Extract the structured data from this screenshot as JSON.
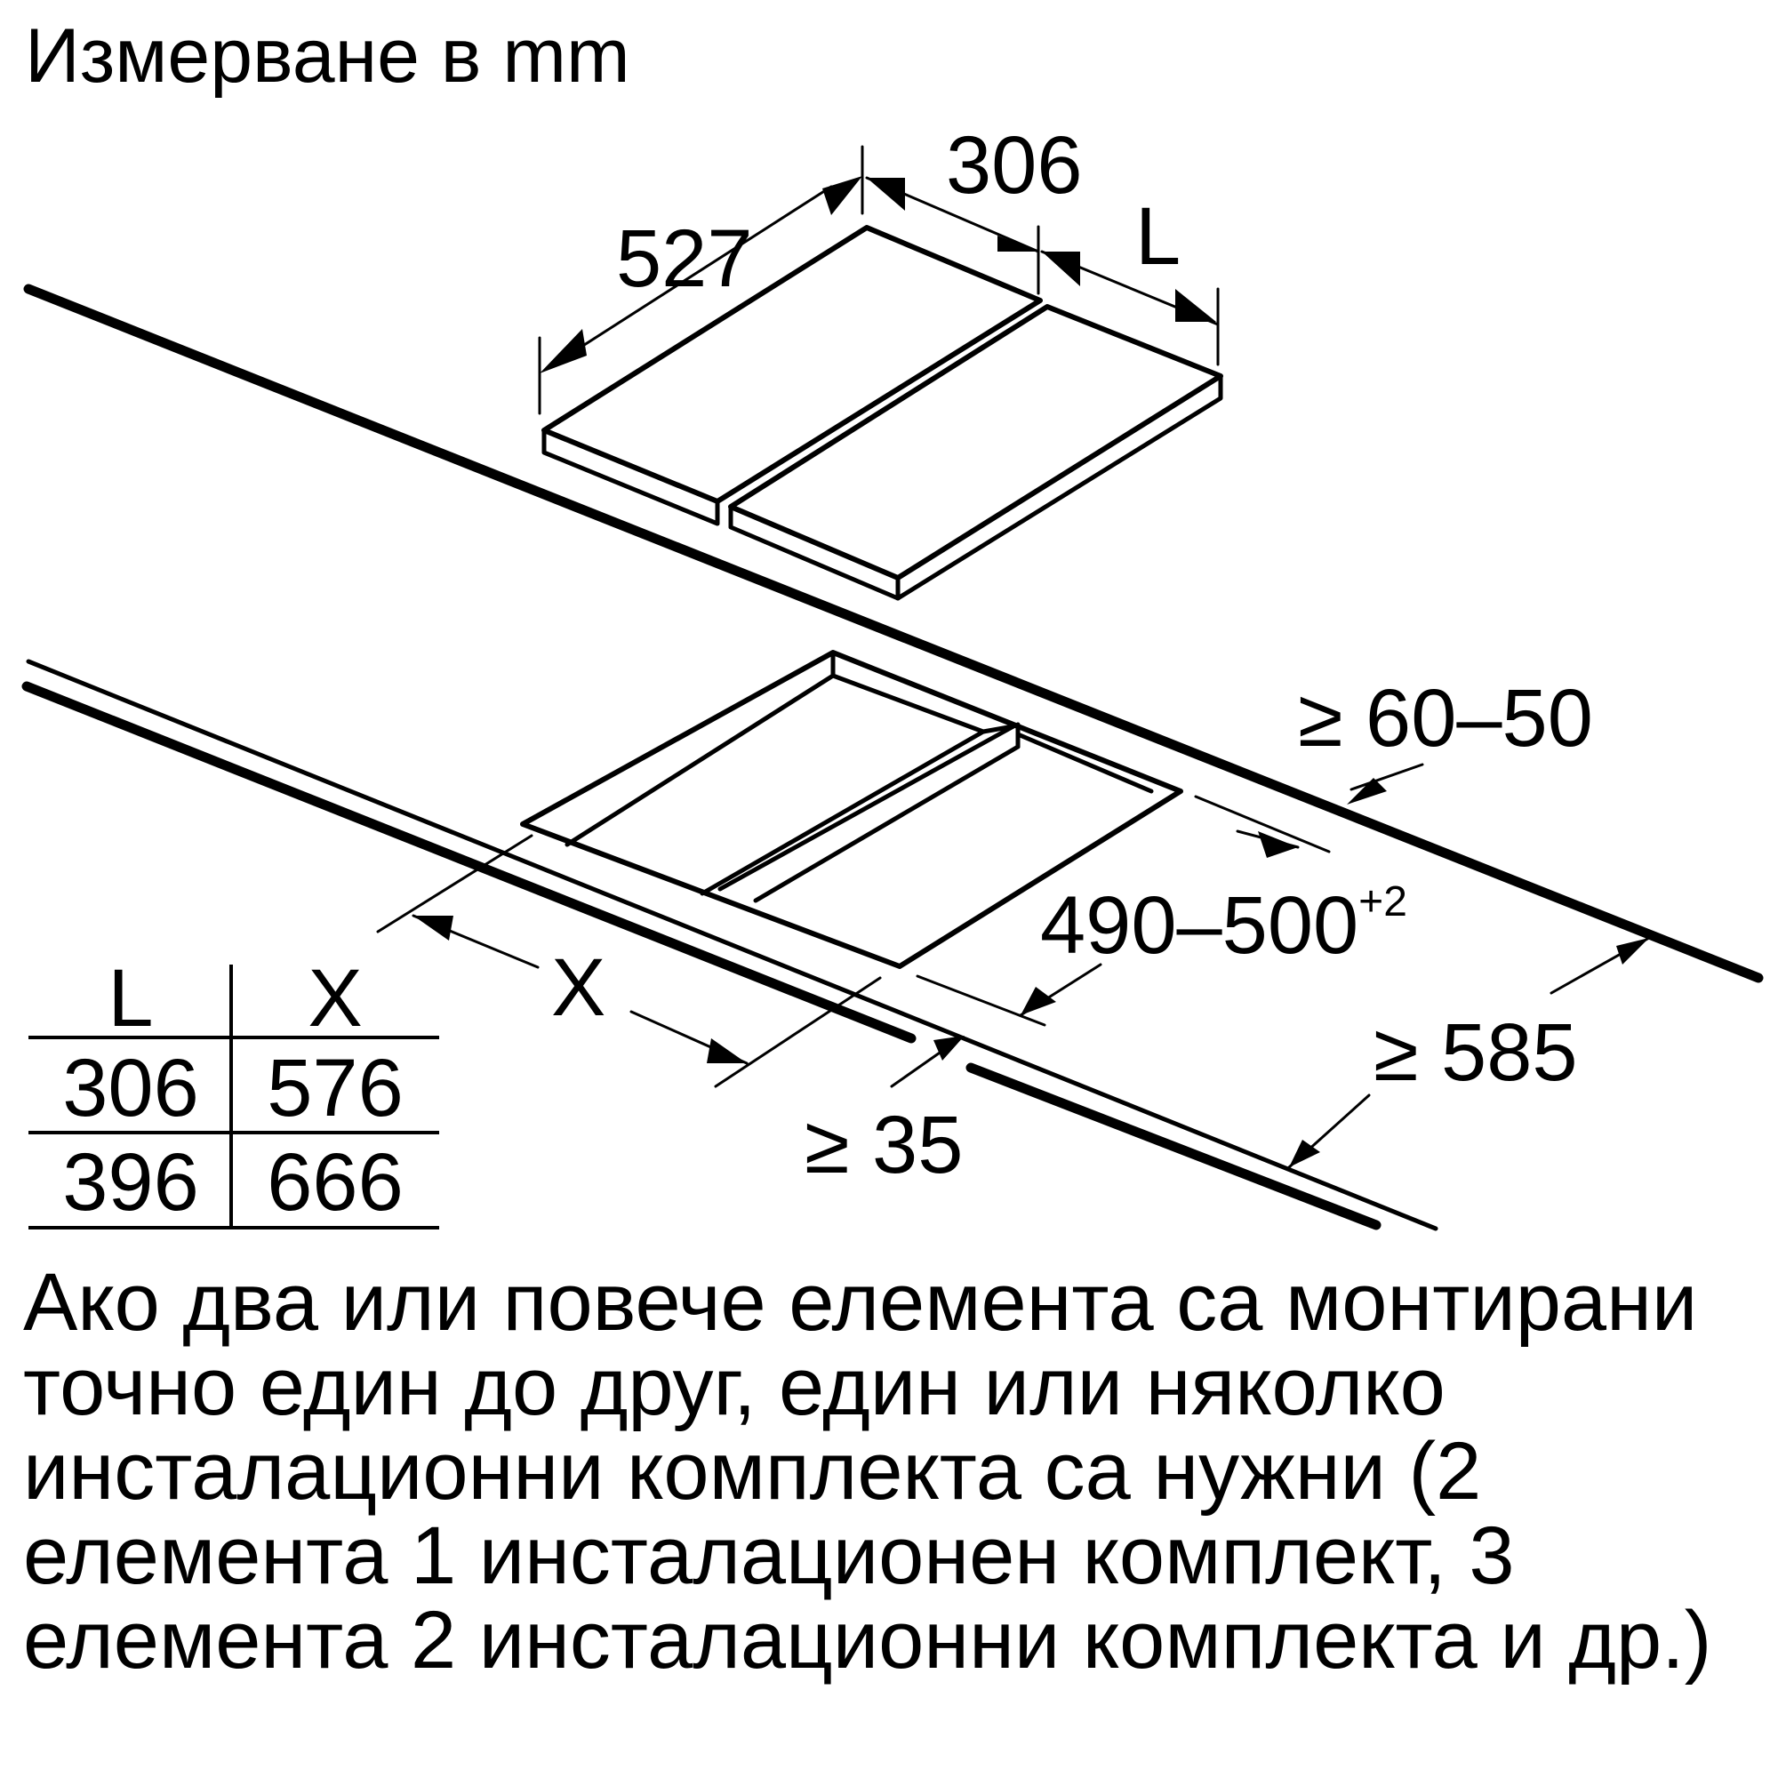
{
  "title": "Измерване в mm",
  "labels": {
    "depth": "527",
    "width": "306",
    "length_var": "L",
    "wall_gap": "≥ 60–50",
    "cutout_depth": "490–500",
    "cutout_tol": "+2",
    "cutout_width": "X",
    "front_gap": "≥ 35",
    "counter_depth": "≥ 585"
  },
  "table": {
    "headers": [
      "L",
      "X"
    ],
    "rows": [
      [
        "306",
        "576"
      ],
      [
        "396",
        "666"
      ]
    ]
  },
  "note": {
    "lines": [
      "Ако два или повече елемента са монтирани",
      "точно един до друг, един или няколко",
      "инсталационни комплекта са нужни (2",
      "елемента 1 инсталационен комплект, 3",
      "елемента 2 инсталационни комплекта и др.)"
    ]
  },
  "colors": {
    "ink": "#000000",
    "background": "#ffffff"
  }
}
